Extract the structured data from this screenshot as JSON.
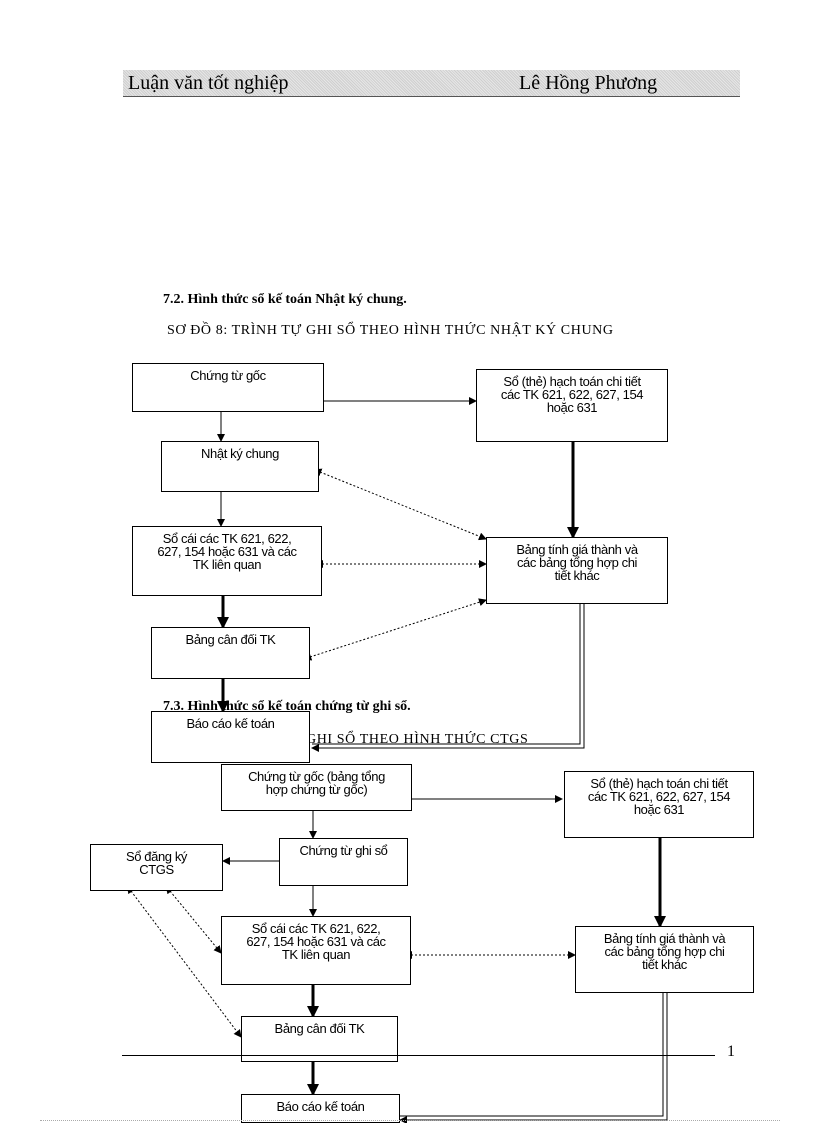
{
  "header": {
    "left": "Luận văn tốt nghiệp",
    "right": "Lê Hồng Phương"
  },
  "section1": {
    "title": "7.2. Hình thức sổ kế toán Nhật ký chung.",
    "diagram_title": "SƠ ĐỒ 8: TRÌNH TỰ GHI SỔ THEO HÌNH THỨC NHẬT KÝ CHUNG",
    "boxes": {
      "chung_tu_goc": "Chứng từ gốc",
      "so_the": [
        "Sổ (thẻ) hạch toán chi tiết",
        "các TK 621, 622, 627, 154",
        "hoặc 631"
      ],
      "nhat_ky_chung": "Nhật ký chung",
      "so_cai": [
        "Sổ cái các TK 621, 622,",
        "627, 154 hoặc 631 và các",
        "TK liên quan"
      ],
      "bang_tinh": [
        "Bảng tính giá thành và",
        "các bảng tổng hợp chi",
        "tiết khác"
      ],
      "bang_can_doi": "Bảng cân đối TK",
      "bao_cao": "Báo cáo kế toán"
    }
  },
  "section2": {
    "title": "7.3. Hình thức sổ kế toán chứng từ ghi sổ.",
    "diagram_title": "SƠ ĐỒ 9: TRÌNH TỰ GHI SỔ THEO HÌNH THỨC CTGS",
    "boxes": {
      "chung_tu_goc": [
        "Chứng từ gốc (bảng tổng",
        "hợp chứng từ gốc)"
      ],
      "so_the": [
        "Sổ (thẻ) hạch toán chi tiết",
        "các TK 621, 622, 627, 154",
        "hoặc 631"
      ],
      "so_dang_ky": [
        "Sổ đăng ký",
        "CTGS"
      ],
      "chung_tu_ghi_so": "Chứng từ ghi sổ",
      "so_cai": [
        "Sổ cái các TK 621, 622,",
        "627, 154 hoặc 631 và các",
        "TK liên quan"
      ],
      "bang_tinh": [
        "Bảng tính giá thành và",
        "các bảng tổng hợp chi",
        "tiết khác"
      ],
      "bang_can_doi": "Bảng cân đối TK",
      "bao_cao": "Báo cáo kế toán"
    }
  },
  "footer": {
    "page_number": "1"
  }
}
